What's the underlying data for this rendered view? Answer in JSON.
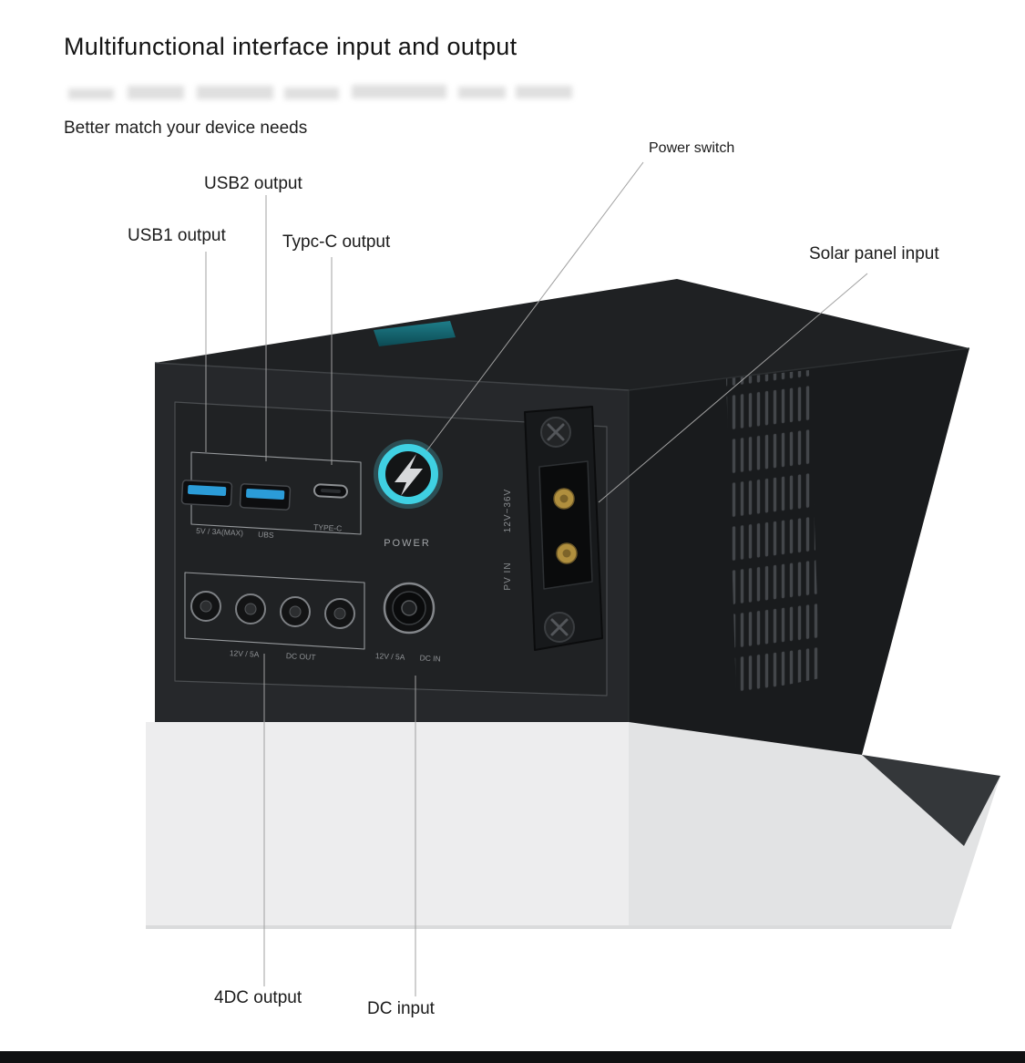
{
  "page": {
    "title": "Multifunctional interface input and output",
    "subtitle": "Better match your device needs"
  },
  "callouts": {
    "usb2_output": "USB2 output",
    "usb1_output": "USB1 output",
    "typec_output": "Typc-C output",
    "power_switch": "Power switch",
    "solar_panel_input": "Solar panel input",
    "dc4_output": "4DC output",
    "dc_input": "DC input"
  },
  "device": {
    "labels": {
      "usb_spec": "5V / 3A(MAX)",
      "usb_name": "UBS",
      "typec": "TYPE-C",
      "power": "POWER",
      "solar_spec": "12V~36V",
      "solar_name": "PV IN",
      "dc_out_spec": "12V / 5A",
      "dc_out_name": "DC OUT",
      "dc_in_spec": "12V / 5A",
      "dc_in_name": "DC IN"
    },
    "icons": {
      "power_button": "lightning-bolt-icon",
      "solar_screws": "cross-screw-icon"
    }
  },
  "colors": {
    "power_ring": "#3fd0e2",
    "usb_tongue": "#2b9cd8",
    "pin_gold": "#b08f3e",
    "body_dark": "#26282b",
    "base_light": "#ededee"
  }
}
